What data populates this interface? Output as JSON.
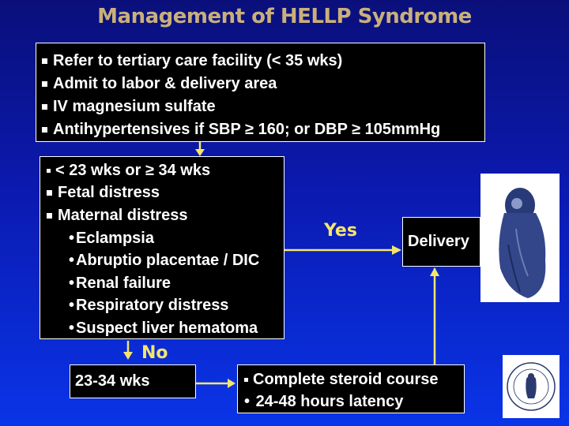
{
  "title": "Management of HELLP Syndrome",
  "initial_steps": [
    "Refer to tertiary care facility (< 35 wks)",
    "Admit to labor & delivery area",
    "IV magnesium sulfate",
    "Antihypertensives  if SBP ≥ 160; or DBP ≥ 105mmHg"
  ],
  "criteria": {
    "items": [
      "< 23 wks or ≥ 34 wks",
      "Fetal distress",
      "Maternal distress"
    ],
    "maternal_subitems": [
      "Eclampsia",
      "Abruptio placentae / DIC",
      "Renal failure",
      "Respiratory distress",
      "Suspect liver hematoma"
    ]
  },
  "yes_label": "Yes",
  "no_label": "No",
  "delivery_label": "Delivery",
  "weeks_label": "23-34 wks",
  "steroid_steps": [
    "Complete steroid course",
    "24-48 hours latency"
  ],
  "colors": {
    "title": "#c9b07a",
    "arrow": "#f5e66a",
    "background_top": "#0a0f7a",
    "background_bottom": "#0a34e8"
  },
  "images": [
    "woman-sculpture-picture",
    "society-seal"
  ]
}
